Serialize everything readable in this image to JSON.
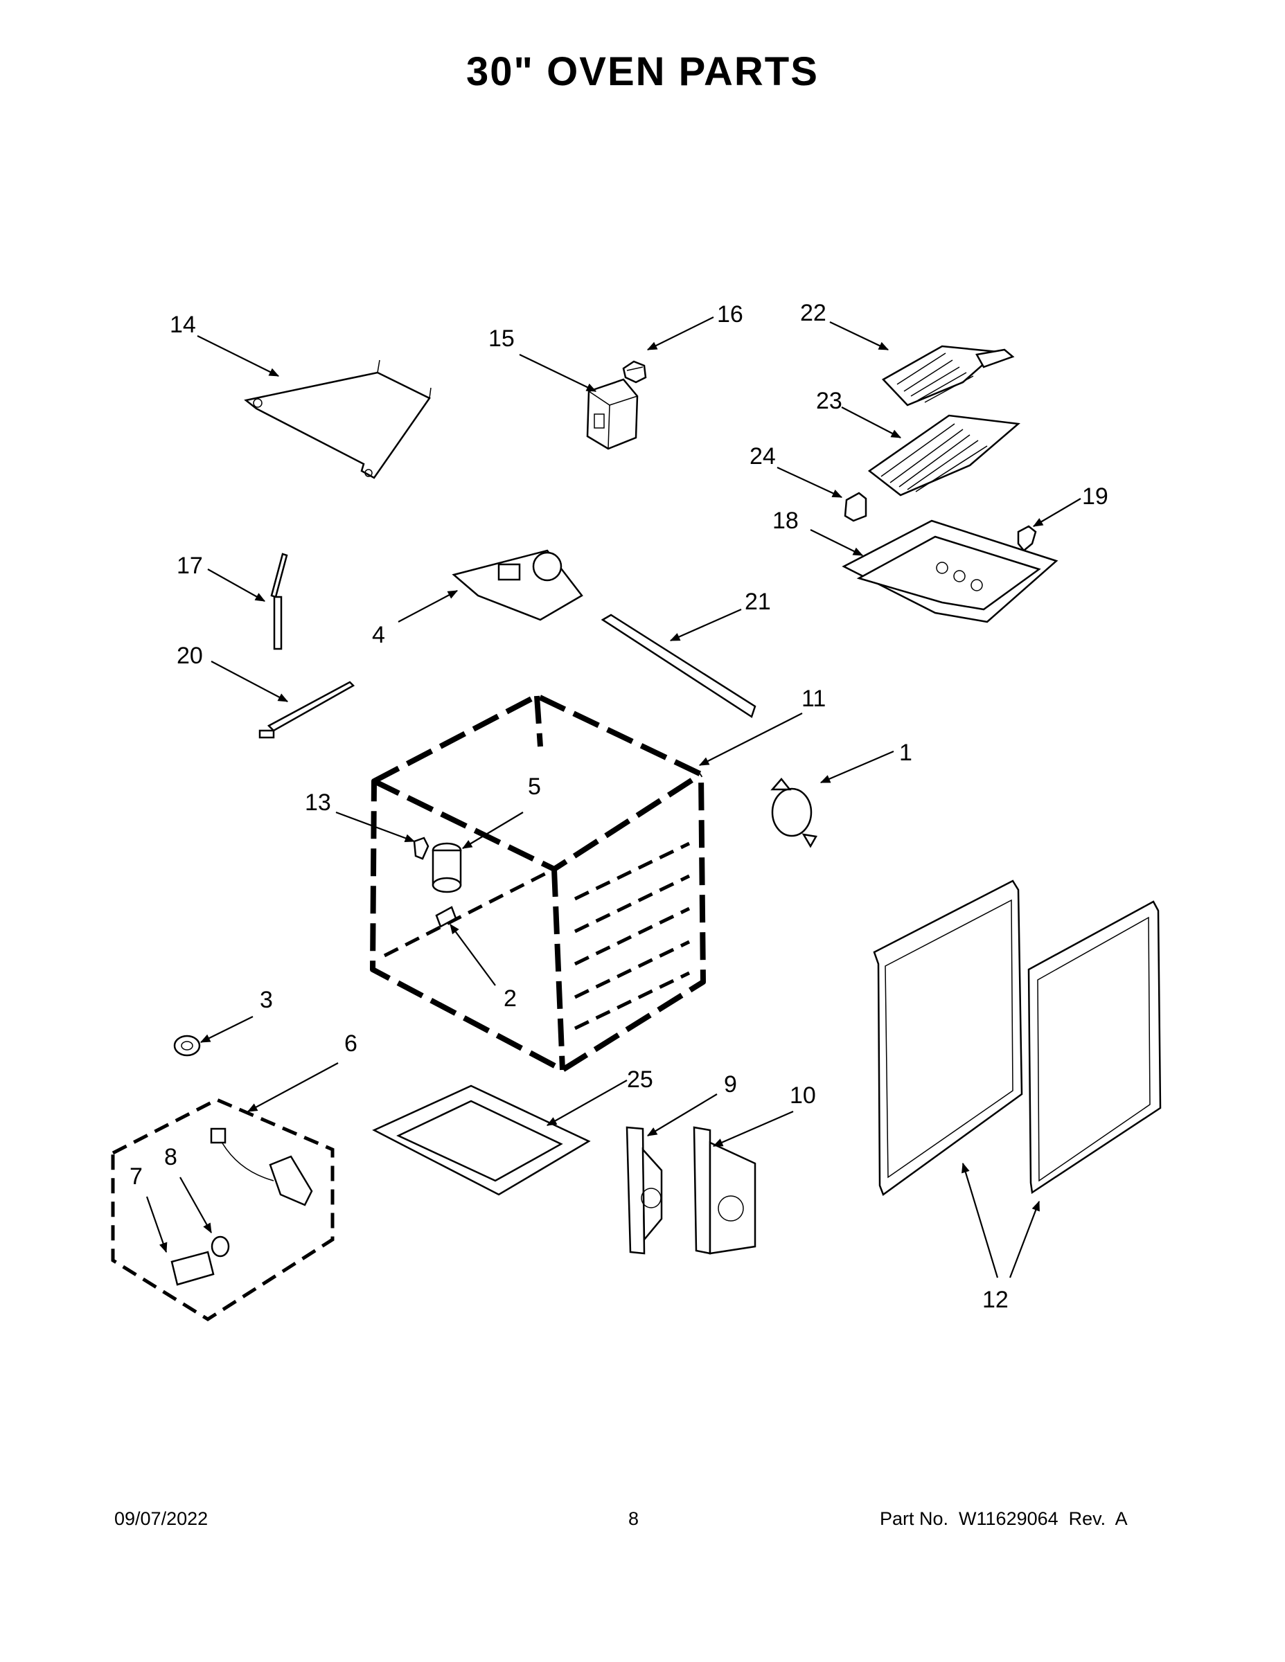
{
  "title": "30\" OVEN PARTS",
  "footer": {
    "date": "09/07/2022",
    "page": "8",
    "part_no": "Part No.  W11629064  Rev.  A"
  },
  "callouts": [
    "1",
    "2",
    "3",
    "4",
    "5",
    "6",
    "7",
    "8",
    "9",
    "10",
    "11",
    "12",
    "13",
    "14",
    "15",
    "16",
    "17",
    "18",
    "19",
    "20",
    "21",
    "22",
    "23",
    "24",
    "25"
  ]
}
